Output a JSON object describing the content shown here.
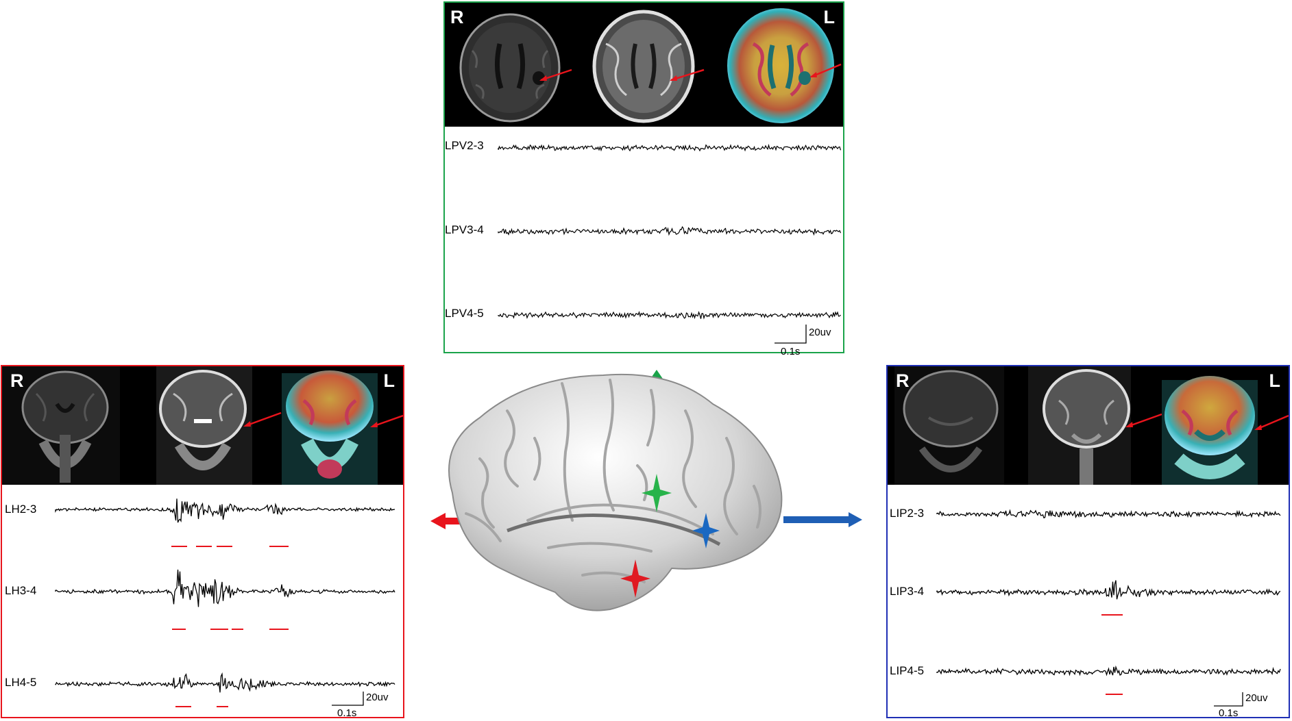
{
  "colors": {
    "green": "#1aa34a",
    "red": "#e8141c",
    "blue": "#1f5fb5",
    "green_star": "#27b34a",
    "blue_star": "#1a68c2",
    "red_star": "#e01a22"
  },
  "panels": {
    "top": {
      "border": "green",
      "left_marker": "R",
      "right_marker": "L",
      "channels": [
        {
          "label": "LPV2-3",
          "highlights": []
        },
        {
          "label": "LPV3-4",
          "highlights": []
        },
        {
          "label": "LPV4-5",
          "highlights": []
        }
      ],
      "scale_amplitude": "20uv",
      "scale_time": "0.1s"
    },
    "left": {
      "border": "red",
      "left_marker": "R",
      "right_marker": "L",
      "channels": [
        {
          "label": "LH2-3"
        },
        {
          "label": "LH3-4"
        },
        {
          "label": "LH4-5"
        }
      ],
      "scale_amplitude": "20uv",
      "scale_time": "0.1s"
    },
    "right": {
      "border": "blue",
      "left_marker": "R",
      "right_marker": "L",
      "channels": [
        {
          "label": "LIP2-3"
        },
        {
          "label": "LIP3-4"
        },
        {
          "label": "LIP4-5"
        }
      ],
      "scale_amplitude": "20uv",
      "scale_time": "0.1s"
    }
  },
  "center": {
    "image": "brain-surface-lateral-left",
    "stars": [
      "green-star",
      "blue-star",
      "red-star"
    ],
    "arrows": [
      "up-green",
      "left-red",
      "right-blue"
    ]
  }
}
